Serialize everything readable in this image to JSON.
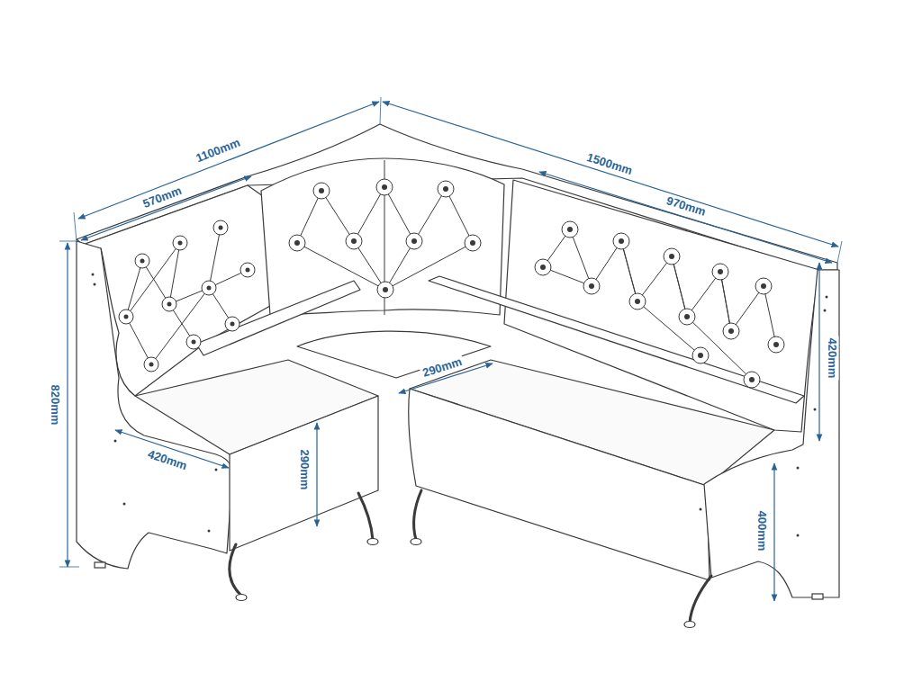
{
  "diagram": {
    "labels": [
      "1100mm",
      "570mm",
      "1500mm",
      "970mm",
      "820mm",
      "420mm",
      "420mm",
      "290mm",
      "290mm",
      "400mm"
    ]
  }
}
